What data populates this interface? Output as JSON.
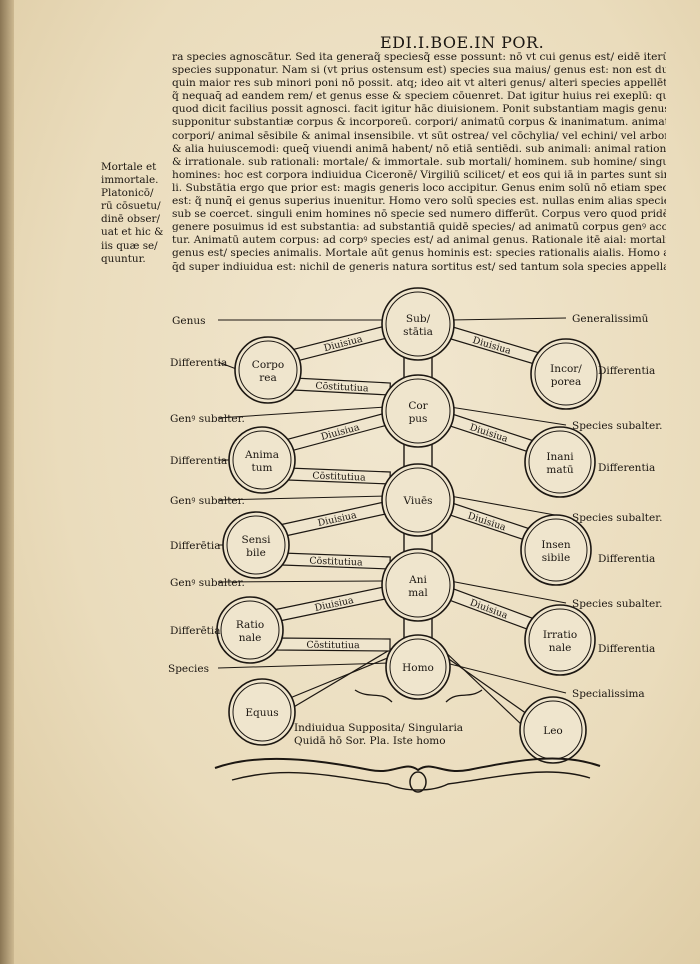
{
  "header": "EDI.I.BOE.IN POR.",
  "body_lines": [
    "ra species agnoscātur. Sed ita generaq̃ speciesq̃ esse possunt: nō vt cui genus est/ eidē iterū velut",
    "species supponatur. Nam si (vt prius ostensum est) species sua maius/ genus est: non est dubium",
    "quin maior res sub minori poni nō possit. atq; ideo ait vt alteri genus/ alteri species appellētur:",
    "q̃ nequaq̄ ad eandem rem/ et genus esse & speciem cōuenret. Dat igitur huius rei exeplū: quo/",
    "quod dicit facilius possit agnosci. facit igitur hāc diuisionem. Ponit substantiam magis genus.",
    "supponitur substantiæ corpus & incorporeū. corpori/ animatū corpus & inanimatum. animato",
    "corpori/ animal sēsibile & animal insensibile. vt sūt ostrea/ vel cōchylia/ vel echini/ vel arbores/",
    "& alia huiuscemodi: queq̄ viuendi animā habent/ nō etiā sentiēdi. sub animali: animal rationale/",
    "& irrationale. sub rationali: mortale/ & immortale. sub mortali/ hominem. sub homine/ singulos",
    "homines: hoc est corpora indiuidua Ciceronē/ Virgiliū scilicet/ et eos qui iā in partes sunt singu",
    "li. Substātia ergo que prior est: magis generis loco accipitur. Genus enim solū nō etiam species",
    "est: q̃ nunq̄ ei genus superius inuenitur. Homo vero solū species est. nullas enim alias species",
    "sub se coercet. singuli enim homines nō specie sed numero differūt. Corpus vero quod pridē sub",
    "genere posuimus id est substantia: ad substantiā quidē species/ ad animatū corpus genꝰ accipi/",
    "tur. Animatū autem corpus: ad corpꝰ species est/ ad animal genus. Rationale itē aial: mortalis",
    "genus est/ species animalis. Mortale aūt genus hominis est: species rationalis aialis. Homo aūt",
    "q̄d super indiuidua est: nichil de generis natura sortitus est/ sed tantum sola species appellatur."
  ],
  "margin_note": [
    "Mortale et",
    "immortale.",
    "Platonicō/",
    "rū cōsuetu/",
    "dinē obser/",
    "uat et hic &",
    "iis quæ se/",
    "quuntur."
  ],
  "tree": {
    "center_nodes": [
      {
        "line1": "Sub/",
        "line2": "stātia"
      },
      {
        "line1": "Cor",
        "line2": "pus"
      },
      {
        "line1": "Viuēs",
        "line2": ""
      },
      {
        "line1": "Ani",
        "line2": "mal"
      },
      {
        "line1": "Homo",
        "line2": ""
      }
    ],
    "left_nodes": [
      {
        "line1": "Corpo",
        "line2": "rea"
      },
      {
        "line1": "Anima",
        "line2": "tum"
      },
      {
        "line1": "Sensi",
        "line2": "bile"
      },
      {
        "line1": "Ratio",
        "line2": "nale"
      },
      {
        "line1": "Equus",
        "line2": ""
      }
    ],
    "right_nodes": [
      {
        "line1": "Incor/",
        "line2": "porea"
      },
      {
        "line1": "Inani",
        "line2": "matū"
      },
      {
        "line1": "Insen",
        "line2": "sibile"
      },
      {
        "line1": "Irratio",
        "line2": "nale"
      },
      {
        "line1": "Leo",
        "line2": ""
      }
    ],
    "left_labels": [
      "Genus",
      "Differentia",
      "Genꝰ subalter.",
      "Differentia",
      "Genꝰ subalter.",
      "Differētia",
      "Genꝰ subalter.",
      "Differētia",
      "Species"
    ],
    "right_labels": [
      "Generalissimū",
      "Differentia",
      "Species subalter.",
      "Differentia",
      "Species subalter.",
      "Differentia",
      "Species subalter.",
      "Differentia",
      "Specialissima"
    ],
    "band_diuisiua": "Diuisiua",
    "band_costitutiua": "Cōstitutiua",
    "bottom_line1": "Indiuidua Supposita/ Singularia",
    "bottom_line2": "Quidā hō  Sor. Pla. Iste homo"
  }
}
